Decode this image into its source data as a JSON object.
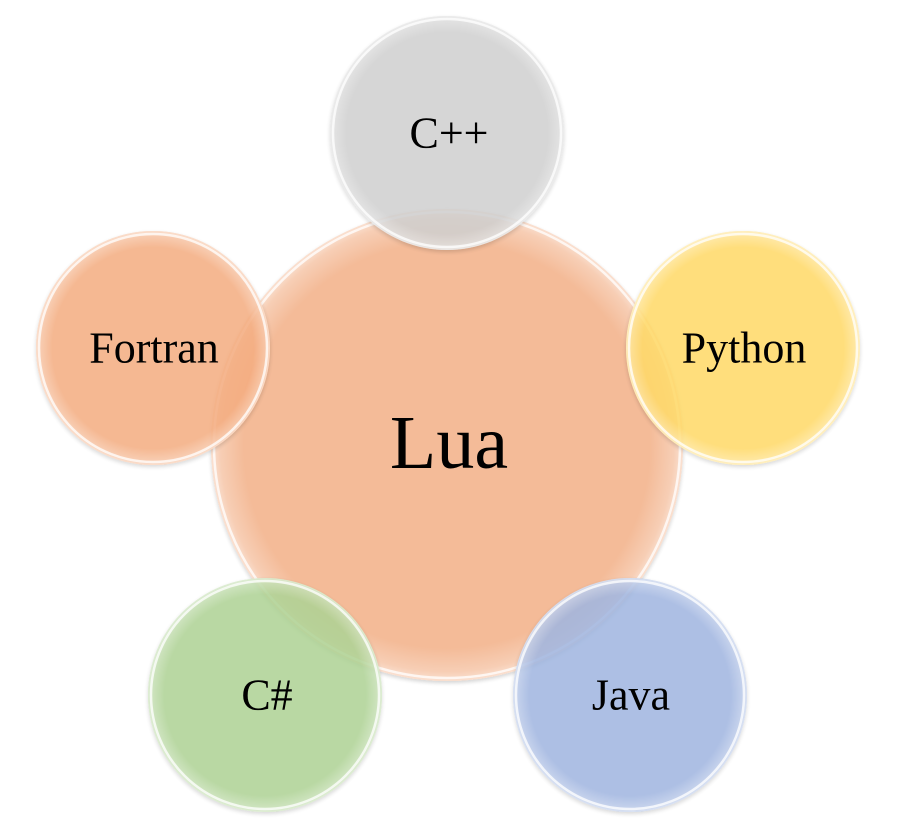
{
  "diagram": {
    "center": {
      "label": "Lua",
      "color": "#F4B995"
    },
    "satellites": [
      {
        "key": "cpp",
        "label": "C++",
        "color": "#CFCFCF"
      },
      {
        "key": "python",
        "label": "Python",
        "color": "#FFD966"
      },
      {
        "key": "java",
        "label": "Java",
        "color": "#9FB5E0"
      },
      {
        "key": "csharp",
        "label": "C#",
        "color": "#ADD293"
      },
      {
        "key": "fortran",
        "label": "Fortran",
        "color": "#F4AC7F"
      }
    ]
  }
}
